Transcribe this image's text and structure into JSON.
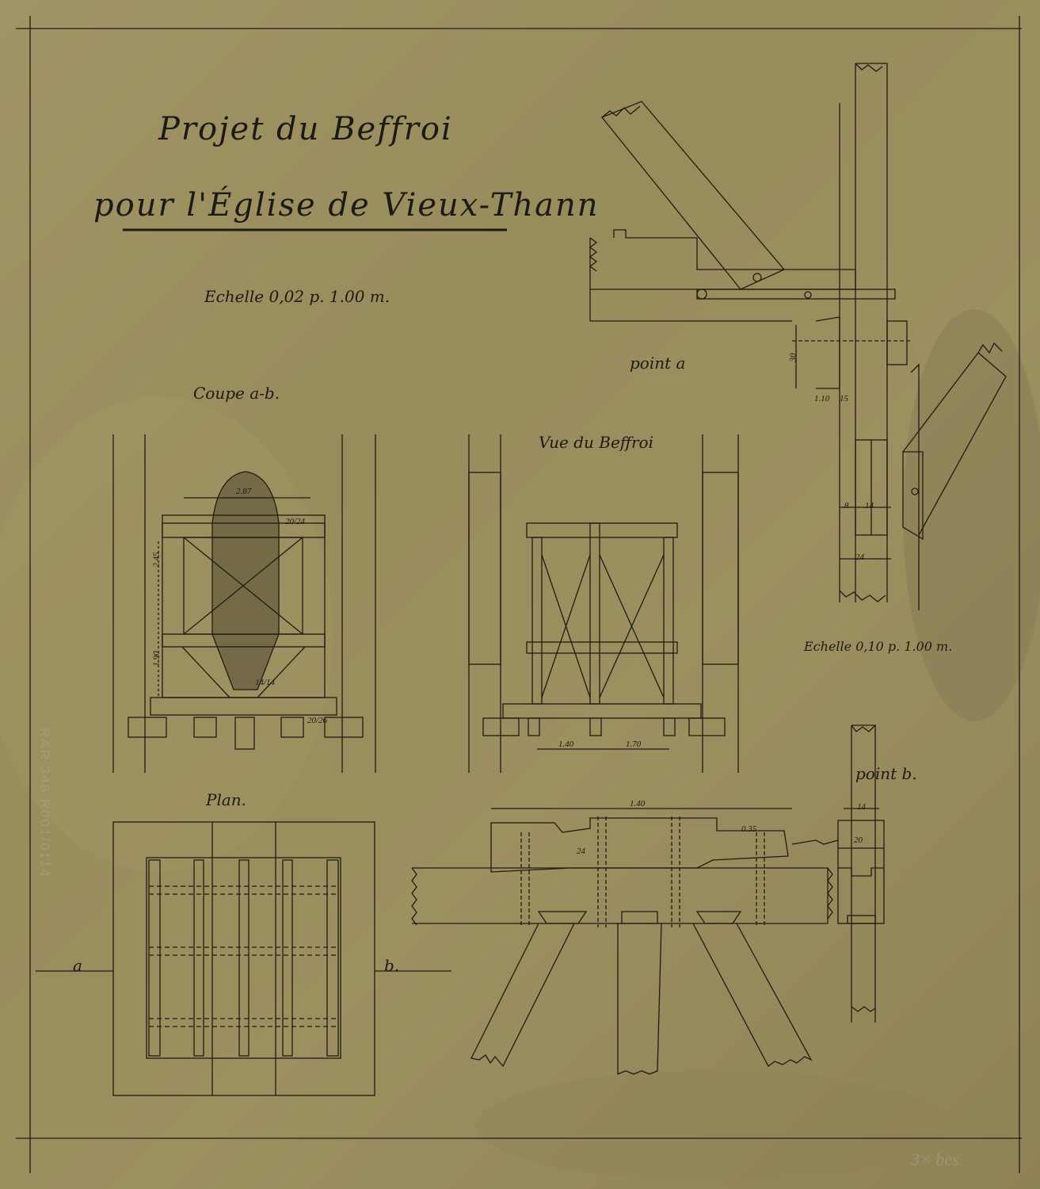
{
  "title": {
    "line1": "Projet du Beffroi",
    "line2": "pour l'Église de Vieux-Thann"
  },
  "scale_main": "Echelle 0,02 p. 1.00 m.",
  "scale_detail": "Echelle 0,10 p. 1.00 m.",
  "views": {
    "section_ab": "Coupe a-b.",
    "belfry_view": "Vue du Beffroi",
    "plan": "Plan.",
    "point_a": "point a",
    "point_b": "point b."
  },
  "plan_markers": {
    "a": "a",
    "b": "b."
  },
  "dimensions": {
    "section_width": "2.87",
    "section_height": "2.45",
    "section_lower": "1.90",
    "beam_20_24": "20/24",
    "beam_14_14": "14/14",
    "beam_20_26": "20/26",
    "view_span_left": "1.40",
    "view_span_right": "1.70",
    "foot_width": "1.40",
    "foot_035": "0.35",
    "foot_depth": "24",
    "detail_a_30": "30",
    "detail_a_10": "1.10",
    "detail_a_15": "15",
    "detail_a_8": "8",
    "detail_a_14": "14",
    "detail_a_24": "24",
    "detail_b_14": "14",
    "detail_b_20": "20"
  },
  "archive_stamp": "RAR 348 R001/0114",
  "pencil_note": "3× bes"
}
